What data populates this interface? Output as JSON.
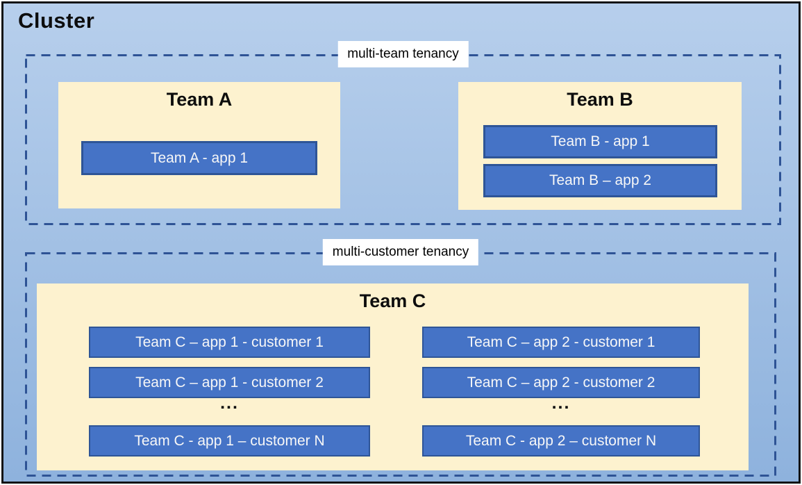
{
  "colors": {
    "bg-top": "#B7CFEC",
    "bg-bottom": "#8EB2DD",
    "outer-border": "#121212",
    "cream": "#FDF2CF",
    "app-fill": "#4573C6",
    "app-border": "#2E5597",
    "dash": "#2E5395",
    "label-bg": "#FFFFFF",
    "title-text": "#0D0D0D",
    "app-text": "#F7F7F7"
  },
  "cluster": {
    "title": "Cluster"
  },
  "regions": [
    {
      "label": "multi-team tenancy",
      "teams": [
        {
          "name": "Team A",
          "apps": [
            "Team A - app 1"
          ]
        },
        {
          "name": "Team B",
          "apps": [
            "Team B - app 1",
            "Team B – app 2"
          ]
        }
      ]
    },
    {
      "label": "multi-customer tenancy",
      "team": {
        "name": "Team C",
        "columns": [
          {
            "apps": [
              "Team C – app 1 - customer 1",
              "Team C – app 1 - customer 2"
            ],
            "more": "...",
            "last_app": "Team C - app 1 – customer N"
          },
          {
            "apps": [
              "Team C – app 2 - customer 1",
              "Team C – app 2 - customer 2"
            ],
            "more": "...",
            "last_app": "Team C - app 2 – customer N"
          }
        ]
      }
    }
  ]
}
